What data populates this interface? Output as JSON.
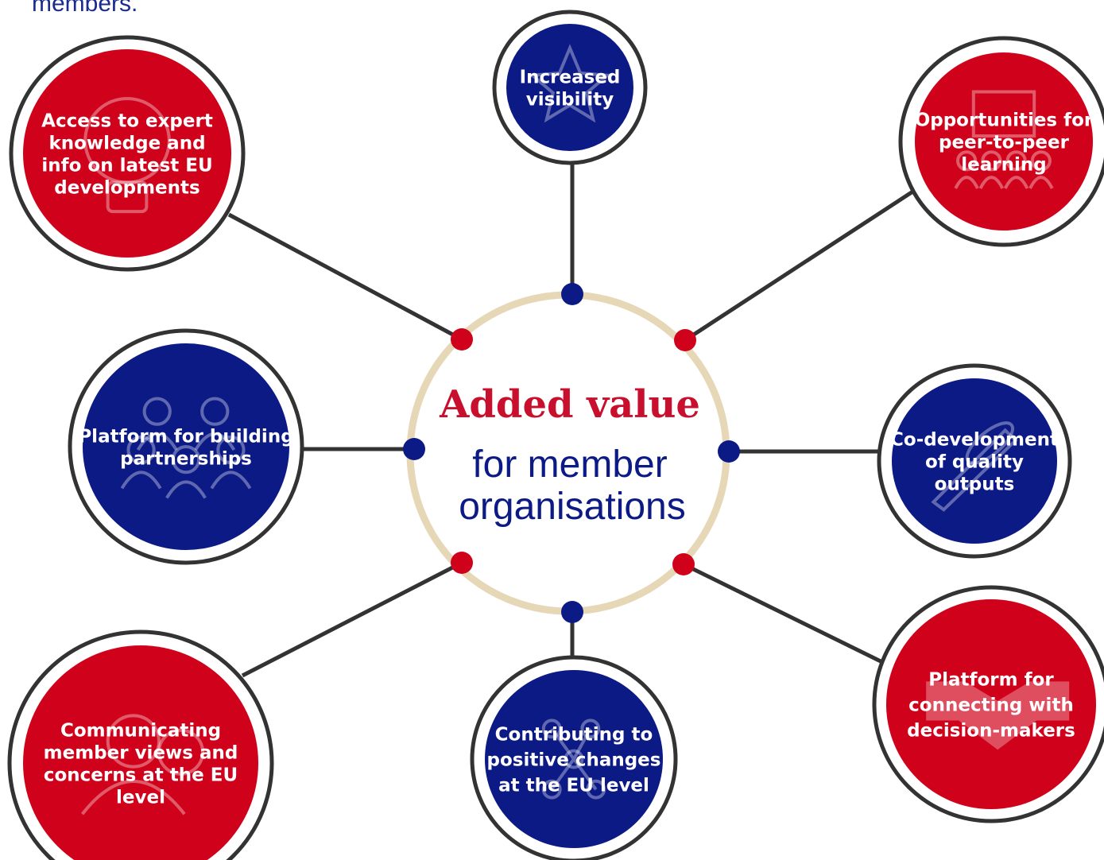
{
  "header": {
    "text": "members."
  },
  "colors": {
    "red": "#d0021b",
    "navy": "#0c1a86",
    "hub_ring": "#e6d7b7",
    "line": "#333333",
    "hub_title": "#c8102e",
    "hub_sub": "#0c1a86"
  },
  "hub": {
    "title": "Added value",
    "subtitle_line1": "for member",
    "subtitle_line2": "organisations"
  },
  "nodes": [
    {
      "id": "expert-knowledge",
      "color": "red",
      "icon": "lightbulb-icon",
      "lines": [
        "Access to expert",
        "knowledge and",
        "info on latest EU",
        "developments"
      ]
    },
    {
      "id": "visibility",
      "color": "navy",
      "icon": "star-icon",
      "lines": [
        "Increased",
        "visibility"
      ]
    },
    {
      "id": "peer-learning",
      "color": "red",
      "icon": "presentation-audience-icon",
      "lines": [
        "Opportunities for",
        "peer-to-peer",
        "learning"
      ]
    },
    {
      "id": "partnerships",
      "color": "navy",
      "icon": "group-of-people-icon",
      "lines": [
        "Platform for building",
        "partnerships"
      ]
    },
    {
      "id": "co-development",
      "color": "navy",
      "icon": "pen-icon",
      "lines": [
        "Co-development",
        "of quality",
        "outputs"
      ]
    },
    {
      "id": "communicating-views",
      "color": "red",
      "icon": "speaking-people-icon",
      "lines": [
        "Communicating",
        "member views and",
        "concerns at the EU",
        "level"
      ]
    },
    {
      "id": "positive-changes",
      "color": "navy",
      "icon": "network-people-icon",
      "lines": [
        "Contributing to",
        "positive changes",
        "at the EU level"
      ]
    },
    {
      "id": "decision-makers",
      "color": "red",
      "icon": "handshake-icon",
      "lines": [
        "Platform for",
        "connecting with",
        "decision-makers"
      ]
    }
  ]
}
